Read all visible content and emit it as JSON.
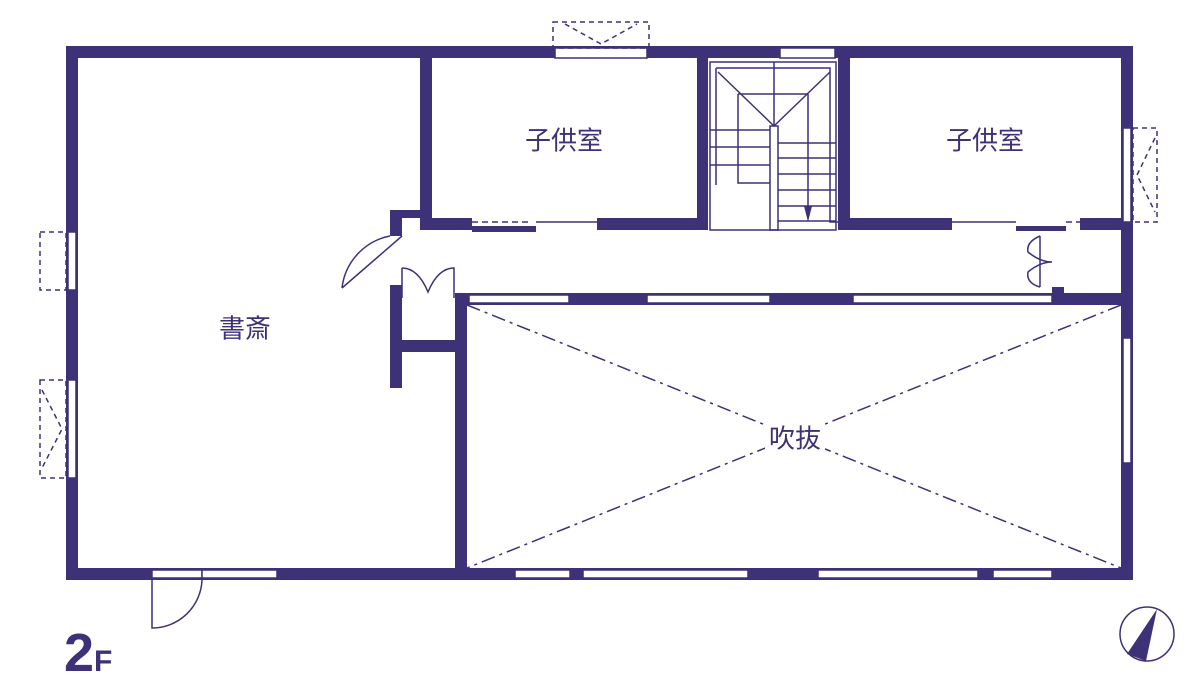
{
  "colors": {
    "ink": "#3d3178",
    "paper": "#ffffff"
  },
  "floor": {
    "number": "2",
    "suffix": "F"
  },
  "rooms": {
    "kids_room_1": "子供室",
    "kids_room_2": "子供室",
    "study": "書斎",
    "atrium": "吹抜"
  },
  "icons": {
    "compass": "north-arrow-icon"
  }
}
